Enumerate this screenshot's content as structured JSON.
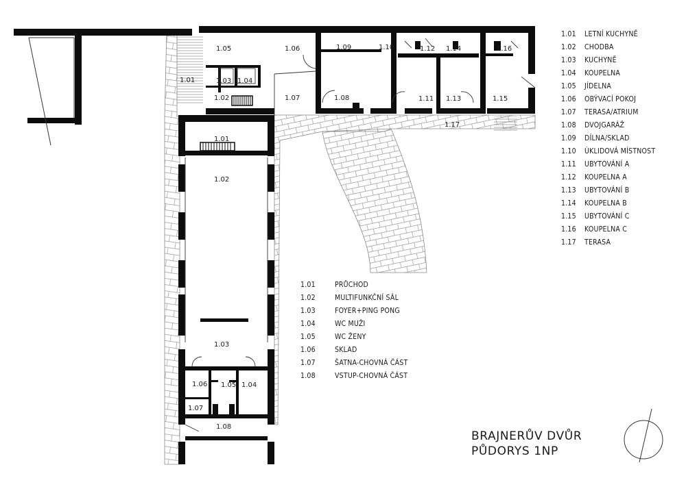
{
  "title": {
    "line1": "BRAJNERŮV DVŮR",
    "line2": "PŮDORYS 1NP"
  },
  "legend_east": [
    {
      "num": "1.01",
      "name": "LETNÍ KUCHYNĚ"
    },
    {
      "num": "1.02",
      "name": "CHODBA"
    },
    {
      "num": "1.03",
      "name": "KUCHYNĚ"
    },
    {
      "num": "1.04",
      "name": "KOUPELNA"
    },
    {
      "num": "1.05",
      "name": "JÍDELNA"
    },
    {
      "num": "1.06",
      "name": "OBÝVACÍ POKOJ"
    },
    {
      "num": "1.07",
      "name": "TERASA/ATRIUM"
    },
    {
      "num": "1.08",
      "name": "DVOJGARÁŽ"
    },
    {
      "num": "1.09",
      "name": "DÍLNA/SKLAD"
    },
    {
      "num": "1.10",
      "name": "ÚKLIDOVÁ MÍSTNOST"
    },
    {
      "num": "1.11",
      "name": "UBYTOVÁNÍ A"
    },
    {
      "num": "1.12",
      "name": "KOUPELNA A"
    },
    {
      "num": "1.13",
      "name": "UBYTOVÁNÍ B"
    },
    {
      "num": "1.14",
      "name": "KOUPELNA B"
    },
    {
      "num": "1.15",
      "name": "UBYTOVÁNÍ C"
    },
    {
      "num": "1.16",
      "name": "KOUPELNA C"
    },
    {
      "num": "1.17",
      "name": "TERASA"
    }
  ],
  "legend_south": [
    {
      "num": "1.01",
      "name": "PRŮCHOD"
    },
    {
      "num": "1.02",
      "name": "MULTIFUNKČNÍ SÁL"
    },
    {
      "num": "1.03",
      "name": "FOYER+PING PONG"
    },
    {
      "num": "1.04",
      "name": "WC MUŽI"
    },
    {
      "num": "1.05",
      "name": "WC ŽENY"
    },
    {
      "num": "1.06",
      "name": "SKLAD"
    },
    {
      "num": "1.07",
      "name": "ŠATNA-CHOVNÁ ČÁST"
    },
    {
      "num": "1.08",
      "name": "VSTUP-CHOVNÁ ČÁST"
    }
  ],
  "room_labels": {
    "e101": "1.01",
    "e102": "1.02",
    "e103": "1.03",
    "e104": "1.04",
    "e105": "1.05",
    "e106": "1.06",
    "e107": "1.07",
    "e108": "1.08",
    "e109": "1.09",
    "e110": "1.10",
    "e111": "1.11",
    "e112": "1.12",
    "e113": "1.13",
    "e114": "1.14",
    "e115": "1.15",
    "e116": "1.16",
    "e117": "1.17",
    "s101": "1.01",
    "s102": "1.02",
    "s103": "1.03",
    "s104": "1.04",
    "s105": "1.05",
    "s106": "1.06",
    "s107": "1.07",
    "s108": "1.08"
  },
  "colors": {
    "wall": "#0d0d0d",
    "paving": "#9a9a9a",
    "line": "#333333"
  }
}
